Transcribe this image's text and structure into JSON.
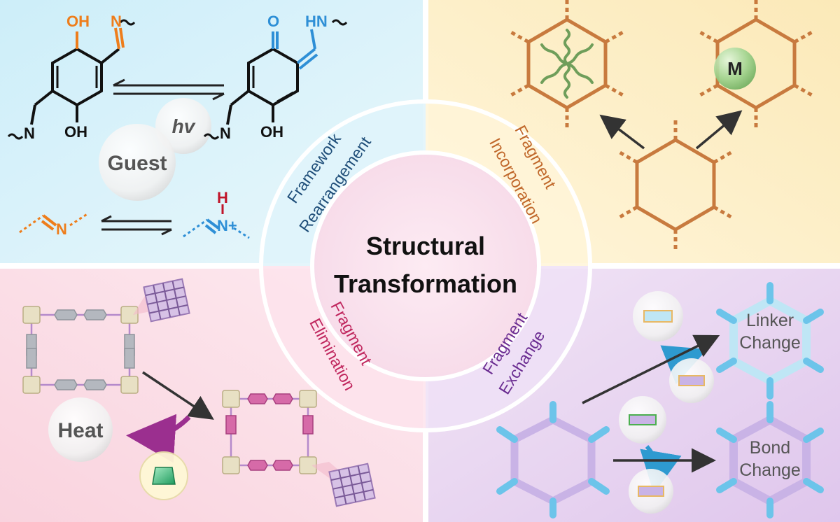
{
  "center": {
    "line1": "Structural",
    "line2": "Transformation"
  },
  "quadrants": {
    "framework_rearrangement": {
      "ring_label_1": "Framework",
      "ring_label_2": "Rearrangement",
      "stimulus_light": "hv",
      "stimulus_guest": "Guest",
      "atom_oh": "OH",
      "atom_n": "N",
      "atom_o": "O",
      "atom_hn": "HN",
      "atom_h": "H",
      "atom_nplus": "N+",
      "colors": {
        "background": "#d8f1f8",
        "label": "#1f4e79",
        "enol": "#ee7d1b",
        "keto": "#2e8fd6",
        "proton": "#c0152a"
      }
    },
    "fragment_incorporation": {
      "ring_label_1": "Fragment",
      "ring_label_2": "Incorporation",
      "metal_label": "M",
      "colors": {
        "background": "#fdf0c9",
        "label": "#c0672a",
        "frame": "#c87a3e",
        "guest_chain": "#6f9e5a",
        "metal": "#8cc67a"
      }
    },
    "fragment_elimination": {
      "ring_label_1": "Fragment",
      "ring_label_2": "Elimination",
      "stimulus_heat": "Heat",
      "colors": {
        "background": "#fbdde5",
        "label": "#c0275e",
        "node": "#e8e0c4",
        "linker_before": "#b4b8bf",
        "linker_after": "#d66aa8",
        "arrow": "#9b2f8f"
      }
    },
    "fragment_exchange": {
      "ring_label_1": "Fragment",
      "ring_label_2": "Exchange",
      "result_linker_1": "Linker",
      "result_linker_2": "Change",
      "result_bond_1": "Bond",
      "result_bond_2": "Change",
      "colors": {
        "background": "#ead7f0",
        "label": "#6a2c91",
        "node": "#6cc4ea",
        "linker": "#c9b3e6",
        "swap_arrow": "#2e9ad0"
      }
    }
  }
}
